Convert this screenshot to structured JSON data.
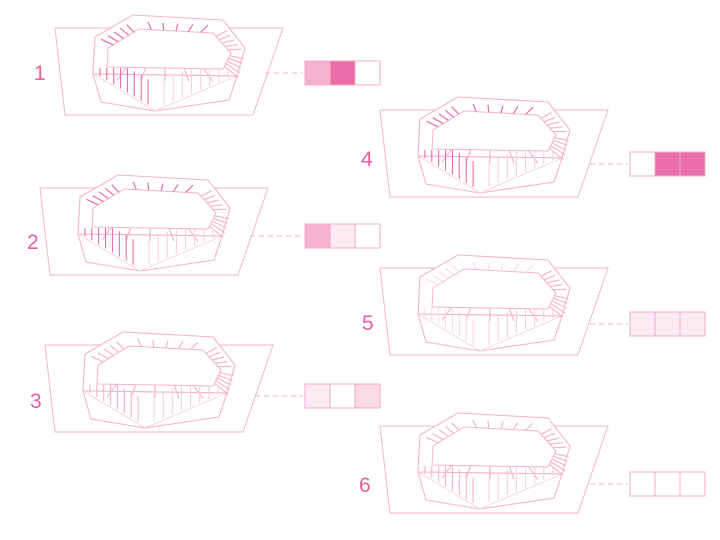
{
  "palette": {
    "outline": "#f4b3cf",
    "outline_light": "#f8cfe0",
    "label": "#e8609c",
    "cell_border": "#f2a9c8",
    "strong": "#ea6ea6",
    "mid": "#f5b2cf",
    "soft": "#fbdbe8",
    "faint": "#fdebf3",
    "none": "#ffffff"
  },
  "panels": [
    {
      "label": "1",
      "swatches": [
        "mid",
        "strong",
        "none"
      ],
      "stripe_level": "strong"
    },
    {
      "label": "2",
      "swatches": [
        "mid",
        "faint",
        "none"
      ],
      "stripe_level": "strong"
    },
    {
      "label": "3",
      "swatches": [
        "faint",
        "none",
        "soft"
      ],
      "stripe_level": "mid"
    },
    {
      "label": "4",
      "swatches": [
        "none",
        "strong",
        "strong"
      ],
      "stripe_level": "strong"
    },
    {
      "label": "5",
      "swatches": [
        "faint",
        "faint",
        "faint"
      ],
      "stripe_level": "soft"
    },
    {
      "label": "6",
      "swatches": [
        "none",
        "none",
        "none"
      ],
      "stripe_level": "mid"
    }
  ]
}
